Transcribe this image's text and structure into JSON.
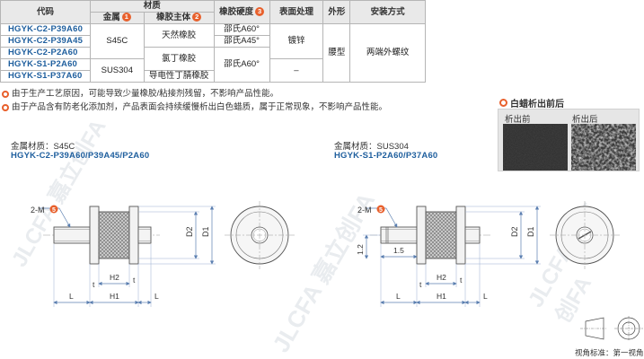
{
  "table": {
    "headers": {
      "code": "代码",
      "material": "材质",
      "metal": "金属",
      "metal_num": "1",
      "rubber_body": "橡胶主体",
      "rubber_body_num": "2",
      "hardness": "橡胶硬度",
      "hardness_num": "3",
      "surface": "表面处理",
      "shape": "外形",
      "install": "安装方式"
    },
    "rows": [
      {
        "code": "HGYK-C2-P39A60"
      },
      {
        "code": "HGYK-C2-P39A45"
      },
      {
        "code": "HGYK-C2-P2A60"
      },
      {
        "code": "HGYK-S1-P2A60"
      },
      {
        "code": "HGYK-S1-P37A60"
      }
    ],
    "metal_s45c": "S45C",
    "metal_sus304": "SUS304",
    "rubber_natural": "天然橡胶",
    "rubber_chloroprene": "氯丁橡胶",
    "rubber_nbr": "导电性丁腈橡胶",
    "hardness_a60_1": "邵氏A60°",
    "hardness_a45": "邵氏A45°",
    "hardness_a60_2": "邵氏A60°",
    "surface_zinc": "镀锌",
    "surface_none": "–",
    "shape_waist": "腰型",
    "install_ext": "两端外螺纹"
  },
  "notes": [
    "由于生产工艺原因，可能导致少量橡胶/粘接剂残留，不影响产品性能。",
    "由于产品含有防老化添加剂，产品表面会持续缓慢析出白色蜡质，属于正常现象，不影响产品性能。"
  ],
  "wax": {
    "title": "白蜡析出前后",
    "before": "析出前",
    "after": "析出后"
  },
  "left_drawing": {
    "material": "金属材质：S45C",
    "models": "HGYK-C2-P39A60/P39A45/P2A60",
    "thread_label": "2-M",
    "thread_num": "5",
    "dim_d2": "D2",
    "dim_d1": "D1",
    "dim_h2": "H2",
    "dim_h1": "H1",
    "dim_l_left": "L",
    "dim_l_right": "L",
    "dim_t_top": "t",
    "dim_t_bottom": "t"
  },
  "right_drawing": {
    "material": "金属材质：SUS304",
    "models": "HGYK-S1-P2A60/P37A60",
    "thread_label": "2-M",
    "thread_num": "5",
    "dim_d2": "D2",
    "dim_d1": "D1",
    "dim_h2": "H2",
    "dim_h1": "H1",
    "dim_l_left": "L",
    "dim_l_right": "L",
    "dim_t_top": "t",
    "dim_t_bottom": "t",
    "dim_12": "1.2",
    "dim_15": "1.5"
  },
  "view_label": "视角标准：第一视角",
  "watermark": "JLCFA 嘉立创FA",
  "colors": {
    "accent": "#e8602c",
    "code_blue": "#1f5f9e",
    "dim_line": "#5b7fb0"
  }
}
